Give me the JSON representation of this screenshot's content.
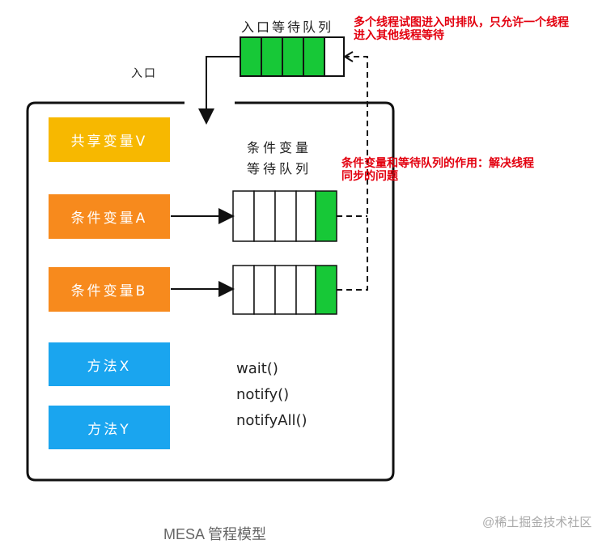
{
  "labels": {
    "entry": "入口",
    "entry_queue": "入口等待队列",
    "cond_queue_line1": "条件变量",
    "cond_queue_line2": "等待队列",
    "note_entry_line1": "多个线程试图进入时排队，只允许一个线程",
    "note_entry_line2": "进入其他线程等待",
    "note_cond_line1": "条件变量和等待队列的作用：解决线程",
    "note_cond_line2": "同步的问题"
  },
  "blocks": {
    "shared_var": "共享变量V",
    "cond_a": "条件变量A",
    "cond_b": "条件变量B",
    "method_x": "方法X",
    "method_y": "方法Y"
  },
  "methods": [
    "wait()",
    "notify()",
    "notifyAll()"
  ],
  "caption": "MESA 管程模型",
  "watermark": "@稀土掘金技术社区",
  "colors": {
    "yellow": "#f7b800",
    "orange": "#f78a1d",
    "blue": "#1aa5ef",
    "green": "#17c837",
    "red": "#e3000f"
  }
}
